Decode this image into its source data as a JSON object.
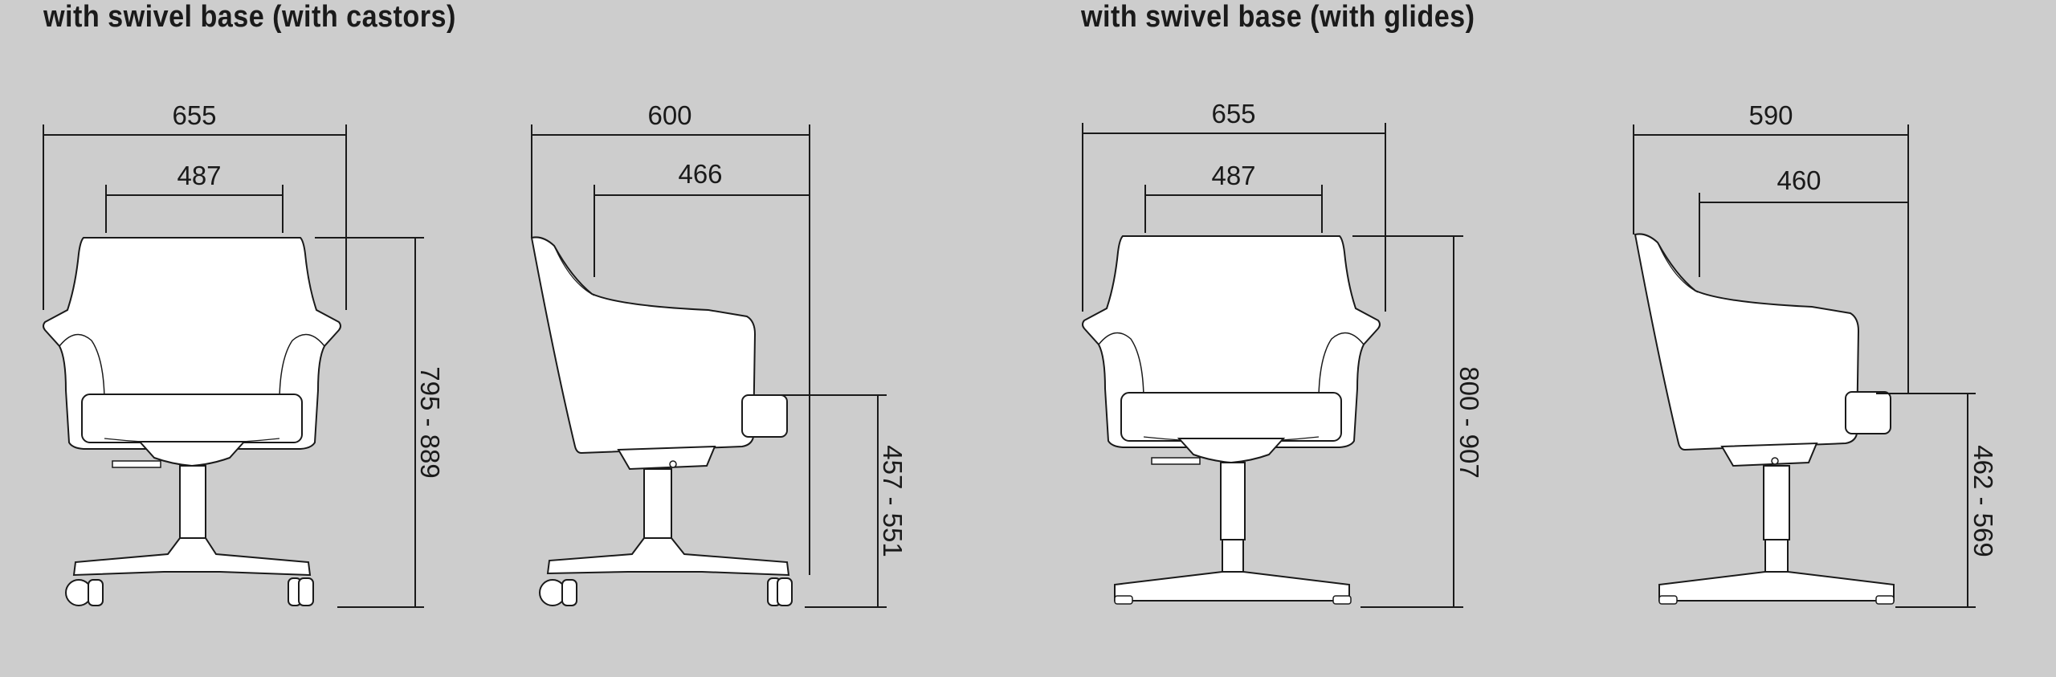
{
  "headings": {
    "castors": "with swivel base (with castors)",
    "glides": "with swivel base (with glides)"
  },
  "dimensions": {
    "castors_front": {
      "overall_width": "655",
      "seat_width": "487",
      "height": "795 - 889"
    },
    "castors_side": {
      "overall_depth": "600",
      "seat_depth": "466",
      "seat_height": "457 - 551"
    },
    "glides_front": {
      "overall_width": "655",
      "seat_width": "487",
      "height": "800 - 907"
    },
    "glides_side": {
      "overall_depth": "590",
      "seat_depth": "460",
      "seat_height": "462 - 569"
    }
  },
  "colors": {
    "background": "#cdcdcd",
    "chair_fill": "#ffffff",
    "line": "#1a1a1a"
  }
}
